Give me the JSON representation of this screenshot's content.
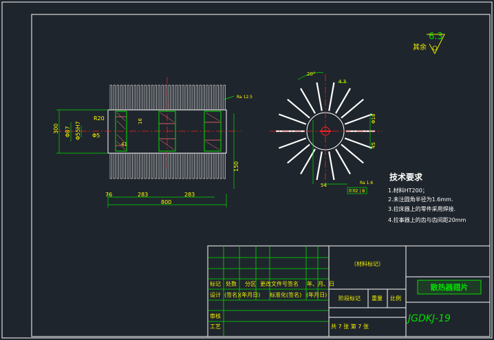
{
  "drawing": {
    "roughness_other": "其余",
    "roughness_value": "6.3",
    "dimensions": {
      "d_left_outer": "300",
      "d_left_mid": "Φ87",
      "d_left_hub": "Φ55H7",
      "r_fillet": "R20",
      "d_inner": "Φ5",
      "w_a": "16",
      "w_b": "41",
      "len_a": "76",
      "len_b": "283",
      "len_c": "283",
      "len_total": "800",
      "h_right": "150",
      "roughness_left": "Ra 12.5",
      "angle": "20°",
      "t_fin": "4.3",
      "d_right": "Φ18",
      "d_right_b": "45",
      "w_key": "54",
      "roughness_right": "Ra 1.6",
      "tol_box": "0.02 | B"
    },
    "tech_title": "技术要求",
    "tech_items": [
      "1.材料HT200；",
      "2.未注圆角半径为1.6mm.",
      "3.拉床器上的零件采用焊接.",
      "4.拉事器上的齿与齿间距20mm"
    ]
  },
  "title_block": {
    "material_mark": "（材料标记）",
    "row_labels": [
      "标记",
      "处数",
      "分区",
      "更改文件号签名",
      "年、月、日"
    ],
    "design_row": [
      "设计",
      "(签名)",
      "(年月日)",
      "标准化(签名)",
      "(年月日)"
    ],
    "stage_mark": "阶段标记",
    "weight": "重量",
    "scale": "比例",
    "review": "审核",
    "process": "工艺",
    "sheets": "共 7 张   第 7 张",
    "part_name": "散热器翅片",
    "drawing_no": "JGDKJ-19"
  },
  "colors": {
    "background": "#1f252c",
    "line": "#ffffff",
    "green": "#00e000",
    "yellow": "#f0f000",
    "cyan": "#00d8d8",
    "red": "#ff2020",
    "hatch": "#cc6060"
  }
}
